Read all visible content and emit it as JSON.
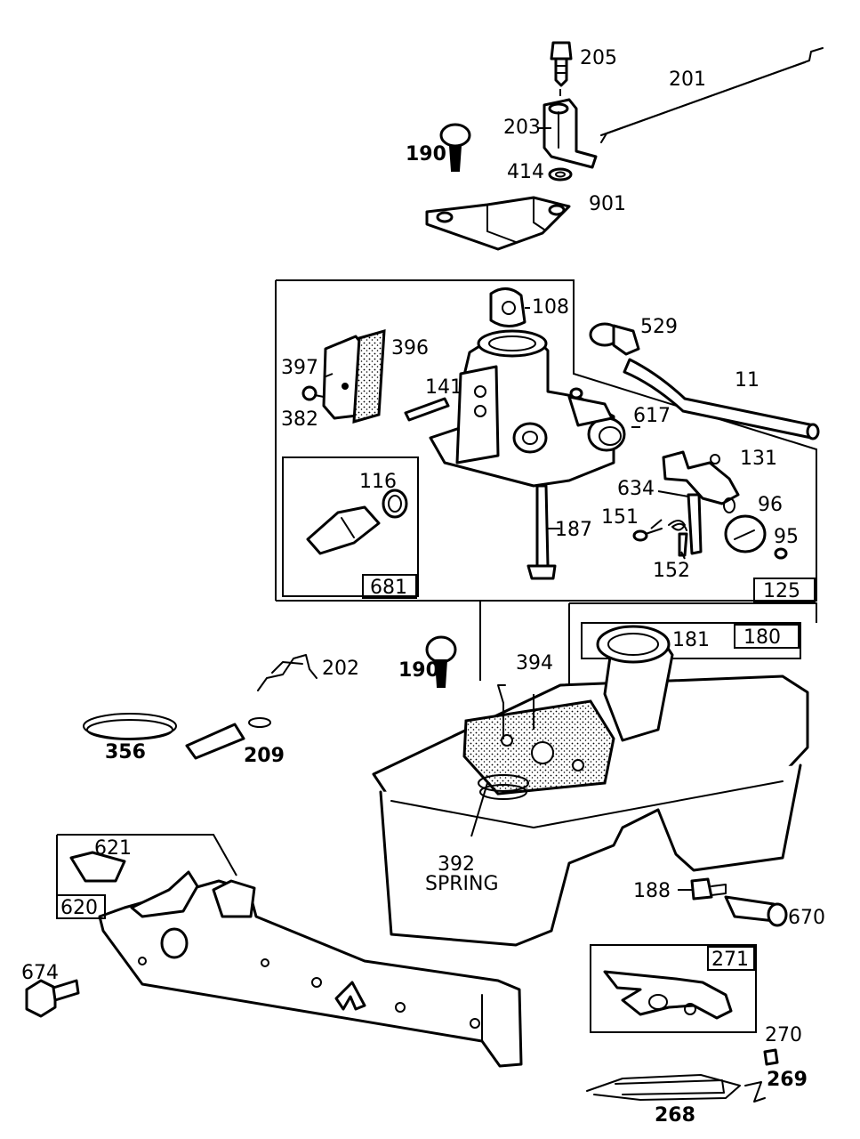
{
  "parts": [
    {
      "key": "p205",
      "label": "205"
    },
    {
      "key": "p201",
      "label": "201"
    },
    {
      "key": "p203",
      "label": "203"
    },
    {
      "key": "p190a",
      "label": "190"
    },
    {
      "key": "p414",
      "label": "414"
    },
    {
      "key": "p901",
      "label": "901"
    },
    {
      "key": "p108",
      "label": "108"
    },
    {
      "key": "p529",
      "label": "529"
    },
    {
      "key": "p397",
      "label": "397"
    },
    {
      "key": "p396",
      "label": "396"
    },
    {
      "key": "p382",
      "label": "382"
    },
    {
      "key": "p141",
      "label": "141"
    },
    {
      "key": "p11",
      "label": "11"
    },
    {
      "key": "p617",
      "label": "617"
    },
    {
      "key": "p116",
      "label": "116"
    },
    {
      "key": "p131",
      "label": "131"
    },
    {
      "key": "p634",
      "label": "634"
    },
    {
      "key": "p96",
      "label": "96"
    },
    {
      "key": "p151",
      "label": "151"
    },
    {
      "key": "p95",
      "label": "95"
    },
    {
      "key": "p187",
      "label": "187"
    },
    {
      "key": "p152",
      "label": "152"
    },
    {
      "key": "p181",
      "label": "181"
    },
    {
      "key": "p202",
      "label": "202"
    },
    {
      "key": "p190b",
      "label": "190"
    },
    {
      "key": "p394",
      "label": "394"
    },
    {
      "key": "p356",
      "label": "356"
    },
    {
      "key": "p209",
      "label": "209"
    },
    {
      "key": "p392",
      "label": "392"
    },
    {
      "key": "spring",
      "label": "SPRING"
    },
    {
      "key": "p621",
      "label": "621"
    },
    {
      "key": "p188",
      "label": "188"
    },
    {
      "key": "p670",
      "label": "670"
    },
    {
      "key": "p674",
      "label": "674"
    },
    {
      "key": "p270",
      "label": "270"
    },
    {
      "key": "p269",
      "label": "269"
    },
    {
      "key": "p268",
      "label": "268"
    }
  ],
  "boxes": {
    "b681": "681",
    "b125": "125",
    "b180": "180",
    "b620": "620",
    "b271": "271"
  }
}
